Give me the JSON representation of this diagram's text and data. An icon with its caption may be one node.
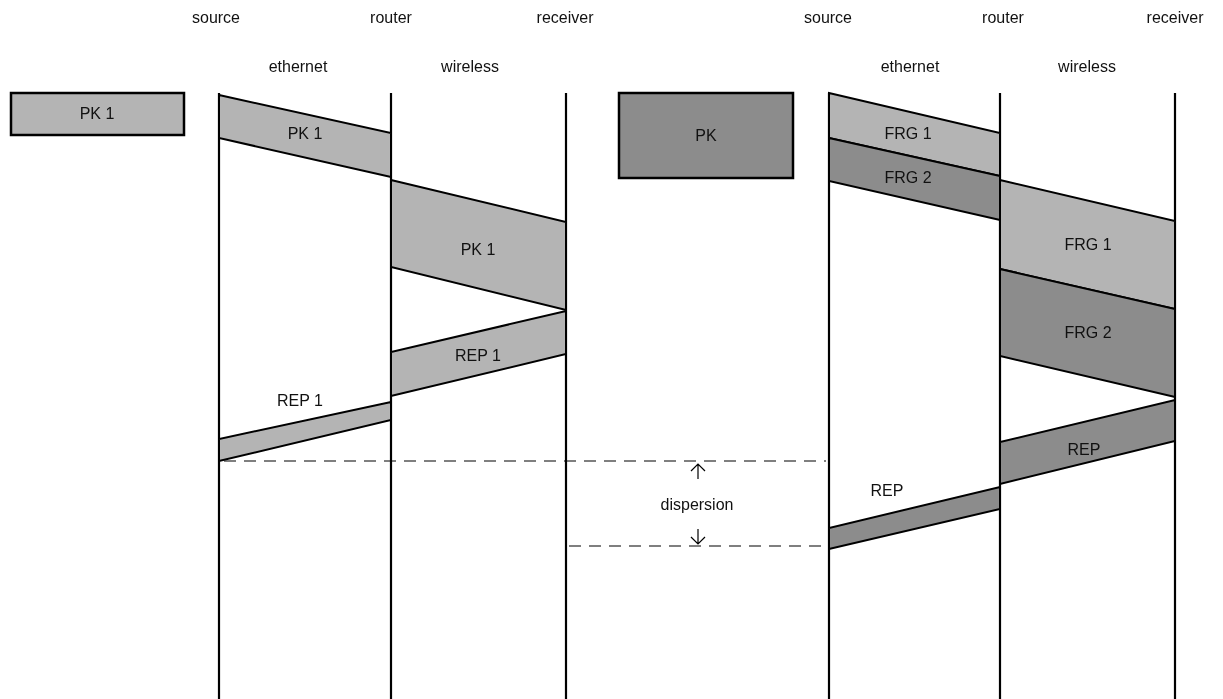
{
  "diagram": {
    "nodes": [
      {
        "text": [
          "PK 1"
        ]
      },
      {
        "text": [
          "PK 1"
        ]
      },
      {
        "text": [
          "PK 1"
        ]
      },
      {
        "text": [
          "REP 1"
        ]
      },
      {
        "text": [
          "REP 1"
        ]
      },
      {
        "text": [
          "PK"
        ]
      },
      {
        "text": [
          "FRG 1"
        ]
      },
      {
        "text": [
          "FRG 2"
        ]
      },
      {
        "text": [
          "FRG 1"
        ]
      },
      {
        "text": [
          "FRG 2"
        ]
      },
      {
        "text": [
          "REP"
        ]
      },
      {
        "text": [
          "REP"
        ]
      }
    ],
    "labels": [
      "source",
      "router",
      "receiver",
      "source",
      "router",
      "receiver",
      "ethernet",
      "wireless",
      "ethernet",
      "wireless",
      "dispersion"
    ]
  }
}
